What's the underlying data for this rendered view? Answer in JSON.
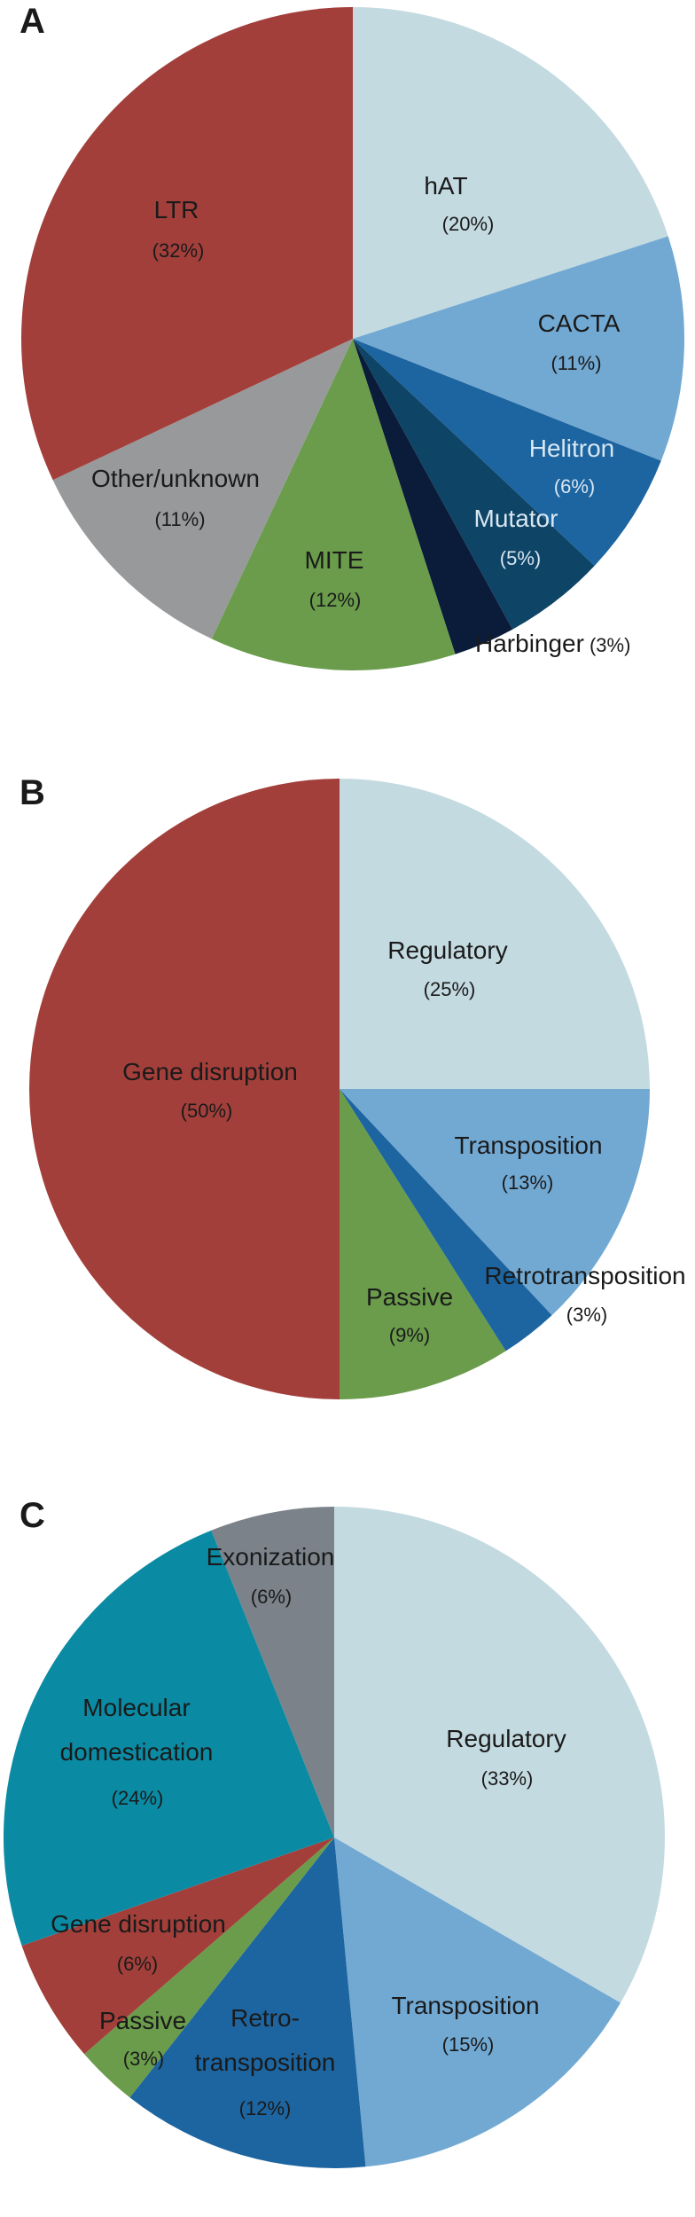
{
  "chart_data": [
    {
      "type": "pie",
      "panel": "A",
      "slices": [
        {
          "label": "hAT",
          "value": 20,
          "pct": "(20%)",
          "color": "#c4dae1"
        },
        {
          "label": "CACTA",
          "value": 11,
          "pct": "(11%)",
          "color": "#72a9d3"
        },
        {
          "label": "Helitron",
          "value": 6,
          "pct": "(6%)",
          "color": "#1d65a0"
        },
        {
          "label": "Mutator",
          "value": 5,
          "pct": "(5%)",
          "color": "#0e4465"
        },
        {
          "label": "Harbinger",
          "value": 3,
          "pct": "(3%)",
          "color": "#0a1c3a"
        },
        {
          "label": "MITE",
          "value": 12,
          "pct": "(12%)",
          "color": "#6a9c4b"
        },
        {
          "label": "Other/unknown",
          "value": 11,
          "pct": "(11%)",
          "color": "#98999b"
        },
        {
          "label": "LTR",
          "value": 32,
          "pct": "(32%)",
          "color": "#a33f3b"
        }
      ]
    },
    {
      "type": "pie",
      "panel": "B",
      "slices": [
        {
          "label": "Regulatory",
          "value": 25,
          "pct": "(25%)",
          "color": "#c4dae1"
        },
        {
          "label": "Transposition",
          "value": 13,
          "pct": "(13%)",
          "color": "#72a9d3"
        },
        {
          "label": "Retrotransposition",
          "value": 3,
          "pct": "(3%)",
          "color": "#1d65a0"
        },
        {
          "label": "Passive",
          "value": 9,
          "pct": "(9%)",
          "color": "#6a9c4b"
        },
        {
          "label": "Gene disruption",
          "value": 50,
          "pct": "(50%)",
          "color": "#a33f3b"
        }
      ]
    },
    {
      "type": "pie",
      "panel": "C",
      "slices": [
        {
          "label": "Regulatory",
          "value": 33,
          "pct": "(33%)",
          "color": "#c4dae1"
        },
        {
          "label": "Transposition",
          "value": 15,
          "pct": "(15%)",
          "color": "#72a9d3"
        },
        {
          "label": "Retro-\ntransposition",
          "value": 12,
          "pct": "(12%)",
          "color": "#1d65a0"
        },
        {
          "label": "Passive",
          "value": 3,
          "pct": "(3%)",
          "color": "#6a9c4b"
        },
        {
          "label": "Gene disruption",
          "value": 6,
          "pct": "(6%)",
          "color": "#a33f3b"
        },
        {
          "label": "Molecular\ndomestication",
          "value": 24,
          "pct": "(24%)",
          "color": "#0b8ba3"
        },
        {
          "label": "Exonization",
          "value": 6,
          "pct": "(6%)",
          "color": "#7b828a"
        }
      ]
    }
  ]
}
